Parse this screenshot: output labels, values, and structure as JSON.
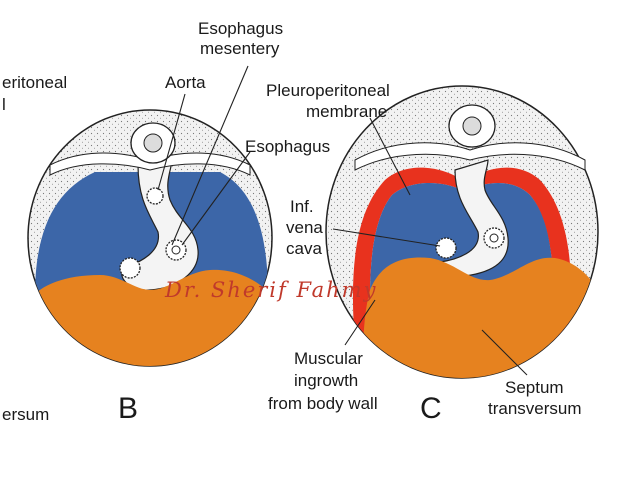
{
  "colors": {
    "pleural_cavity": "#3c66a8",
    "septum_transversum": "#e6821f",
    "pleuroperitoneal_membrane": "#e8321e",
    "body_wall": "#f0f0f0",
    "mesentery": "#f4f4f4",
    "watermark": "#c0392b"
  },
  "labels": {
    "partial_left_top": "eritoneal",
    "partial_left_bottom": "l",
    "partial_left_versum": "ersum",
    "esophagus_mesentery_line1": "Esophagus",
    "esophagus_mesentery_line2": "mesentery",
    "aorta": "Aorta",
    "pleuroperitoneal_line1": "Pleuroperitoneal",
    "pleuroperitoneal_line2": "membrane",
    "esophagus": "Esophagus",
    "ivc_line1": "Inf.",
    "ivc_line2": "vena",
    "ivc_line3": "cava",
    "muscular_line1": "Muscular",
    "muscular_line2": "ingrowth",
    "muscular_line3": "from body wall",
    "septum_line1": "Septum",
    "septum_line2": "transversum",
    "panel_b": "B",
    "panel_c": "C"
  },
  "watermark": "Dr. Sherif Fahmy"
}
